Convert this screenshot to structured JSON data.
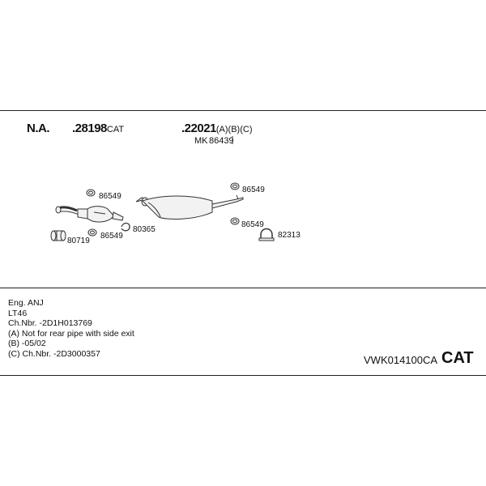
{
  "header": {
    "na_label": "N.A.",
    "part_cat": {
      "dot": ".",
      "number": "28198",
      "suffix": "CAT"
    },
    "part_main": {
      "dot": ".",
      "number": "22021",
      "suffix": "(A)(B)(C)"
    },
    "mk_label": "MK",
    "mk_number": "86439"
  },
  "callouts": {
    "c86549_a": "86549",
    "c86549_b": "86549",
    "c86549_c": "86549",
    "c86549_d": "86549",
    "c80365": "80365",
    "c80719": "80719",
    "c82313": "82313"
  },
  "notes": [
    "Eng. ANJ",
    "LT46",
    "Ch.Nbr. -2D1H013769",
    "(A) Not for rear pipe with side exit",
    "(B) -05/02",
    "(C) Ch.Nbr. -2D3000357"
  ],
  "footer": {
    "kit_code": "VWK014100CA",
    "type_label": "CAT"
  }
}
